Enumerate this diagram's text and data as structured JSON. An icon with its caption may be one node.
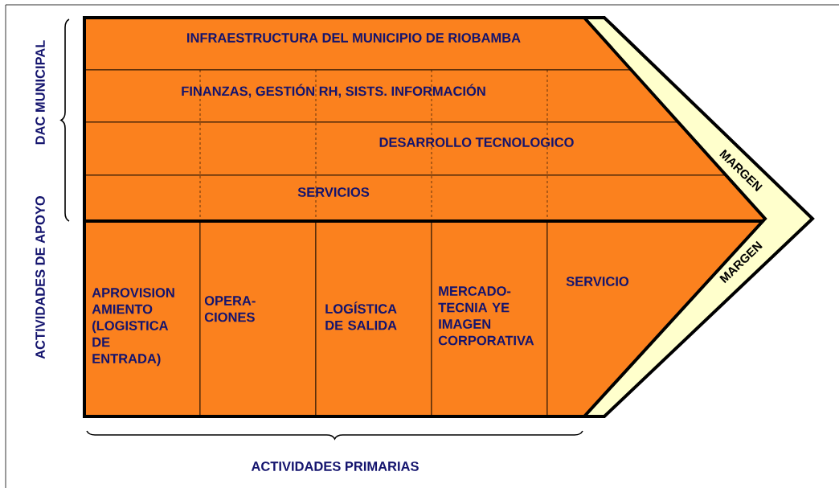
{
  "diagram": {
    "nodes": [
      {
        "text": [
          "INFRAESTRUCTURA DEL MUNICIPIO DE RIOBAMBA"
        ]
      },
      {
        "text": [
          "FINANZAS, GESTIÓN RH, SISTS. INFORMACIÓN"
        ]
      },
      {
        "text": [
          "DESARROLLO TECNOLOGICO"
        ]
      },
      {
        "text": [
          "SERVICIOS"
        ]
      },
      {
        "text": [
          "APROVISION AMIENTO (LOGISTICA DE ENTRADA)"
        ]
      },
      {
        "text": [
          "OPERA- CIONES"
        ]
      },
      {
        "text": [
          "LOGÍSTICA DE SALIDA"
        ]
      },
      {
        "text": [
          "MERCADO- TECNIA YE IMAGEN CORPORATIVA"
        ]
      },
      {
        "text": [
          "SERVICIO"
        ]
      },
      {
        "text": [
          "MARGEN",
          "MARGEN"
        ]
      }
    ],
    "labels": [
      "DAC MUNICIPAL",
      "ACTIVIDADES DE APOYO",
      "ACTIVIDADES PRIMARIAS"
    ]
  }
}
